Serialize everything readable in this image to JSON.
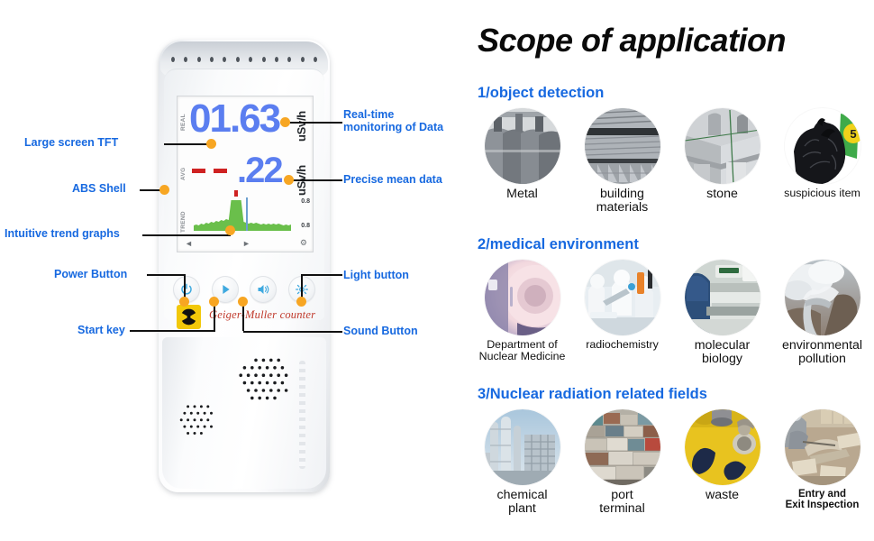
{
  "device": {
    "brand_text": "Geiger-Muller counter",
    "screen": {
      "real_label": "REAL",
      "avg_label": "AVG",
      "trend_label": "TREND",
      "real_value": "01.63",
      "real_unit": "uSv/h",
      "avg_dashes": "--",
      "avg_value": ".22",
      "avg_unit": "uSv/h",
      "scale_top": "0.8",
      "scale_bottom": "0.8",
      "nav_prev_icon": "triangle-left-icon",
      "nav_play_icon": "triangle-right-icon",
      "nav_settings_icon": "gear-icon",
      "trend_points": [
        6,
        7,
        6,
        8,
        7,
        9,
        8,
        10,
        9,
        11,
        10,
        12,
        11,
        13,
        12,
        34,
        34,
        34,
        34,
        34,
        10,
        9,
        8,
        9,
        8,
        9,
        8,
        7,
        8,
        7,
        8,
        7,
        8,
        7,
        8,
        7,
        6,
        7,
        6,
        7
      ]
    },
    "buttons": [
      {
        "name": "power-button",
        "icon": "power-icon"
      },
      {
        "name": "start-button",
        "icon": "play-icon"
      },
      {
        "name": "sound-button",
        "icon": "speaker-icon"
      },
      {
        "name": "light-button",
        "icon": "brightness-icon"
      }
    ],
    "callouts_left": [
      {
        "label": "Large screen TFT"
      },
      {
        "label": "ABS Shell"
      },
      {
        "label": "Intuitive trend graphs"
      },
      {
        "label": "Power Button"
      },
      {
        "label": "Start key"
      }
    ],
    "callouts_right": [
      {
        "label": "Real-time\nmonitoring of Data"
      },
      {
        "label": "Precise mean data"
      },
      {
        "label": "Light button"
      },
      {
        "label": "Sound Button"
      }
    ]
  },
  "scope": {
    "title": "Scope of application",
    "sections": [
      {
        "heading": "1/object detection",
        "items": [
          {
            "label": "Metal",
            "image": "steel-coils-photo"
          },
          {
            "label": "building\nmaterials",
            "image": "steel-angle-bars-photo"
          },
          {
            "label": "stone",
            "image": "granite-blocks-photo"
          },
          {
            "label": "suspicious item",
            "image": "black-garbage-bag-photo"
          }
        ]
      },
      {
        "heading": "2/medical environment",
        "items": [
          {
            "label": "Department of\nNuclear Medicine",
            "image": "ct-scanner-photo"
          },
          {
            "label": "radiochemistry",
            "image": "lab-technicians-photo"
          },
          {
            "label": "molecular\nbiology",
            "image": "lab-bench-photo"
          },
          {
            "label": "environmental\npollution",
            "image": "cooling-tower-photo"
          }
        ]
      },
      {
        "heading": "3/Nuclear radiation related fields",
        "items": [
          {
            "label": "chemical\nplant",
            "image": "chemical-plant-photo"
          },
          {
            "label": "port\nterminal",
            "image": "shipping-containers-photo"
          },
          {
            "label": "waste",
            "image": "yellow-drum-photo"
          },
          {
            "label": "Entry and\nExit Inspection",
            "image": "inspection-scrap-photo"
          }
        ]
      }
    ]
  },
  "colors": {
    "callout_blue": "#1769e0",
    "digit_blue": "#5b7ef0",
    "dash_red": "#cf2222",
    "trend_green": "#6abf4b",
    "dot_orange": "#f7a623",
    "badge_yellow": "#f2c80a"
  }
}
